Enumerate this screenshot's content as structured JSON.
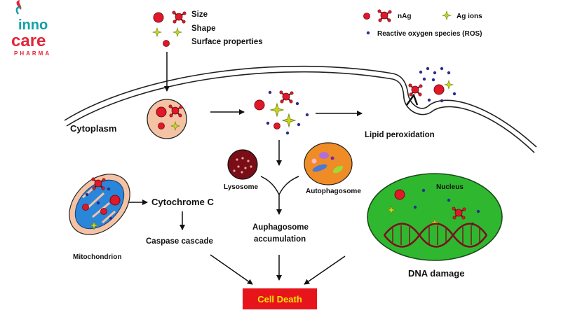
{
  "brand": {
    "logo_line1": "inno",
    "logo_line2": "care",
    "logo_line3": "PHARMA",
    "colors": {
      "teal": "#10a0a8",
      "red": "#e2263a"
    }
  },
  "legend": {
    "nag": "nAg",
    "ag_ions": "Ag ions",
    "ros": "Reactive oxygen species (ROS)"
  },
  "properties": [
    "Size",
    "Shape",
    "Surface properties"
  ],
  "labels": {
    "cytoplasm": "Cytoplasm",
    "lipid_peroxidation": "Lipid peroxidation",
    "lysosome": "Lysosome",
    "autophagosome": "Autophagosome",
    "auphagosome_accumulation_1": "Auphagosome",
    "auphagosome_accumulation_2": "accumulation",
    "cytochrome_c": "Cytochrome C",
    "caspase_cascade": "Caspase cascade",
    "mitochondrion": "Mitochondrion",
    "nucleus": "Nucleus",
    "dna_damage": "DNA damage",
    "cell_death": "Cell Death"
  },
  "colors": {
    "nanoparticle": "#e0182a",
    "ion_star": "#c8d81a",
    "ros_dot": "#2a2e8c",
    "vesicle_fill": "#f3c3a4",
    "lysosome": "#7a0e16",
    "autophagosome": "#f08c26",
    "mitochondria_outer": "#f3c3a4",
    "mitochondria_inner": "#2a86d8",
    "nucleus": "#2fb82f",
    "dna": "#7a1020",
    "cell_death_box": "#e8141c",
    "cell_death_text": "#f6e600"
  },
  "icons": [
    "nanoparticle-icon",
    "ag-ion-icon",
    "ros-dot-icon",
    "dna-helix-icon"
  ]
}
